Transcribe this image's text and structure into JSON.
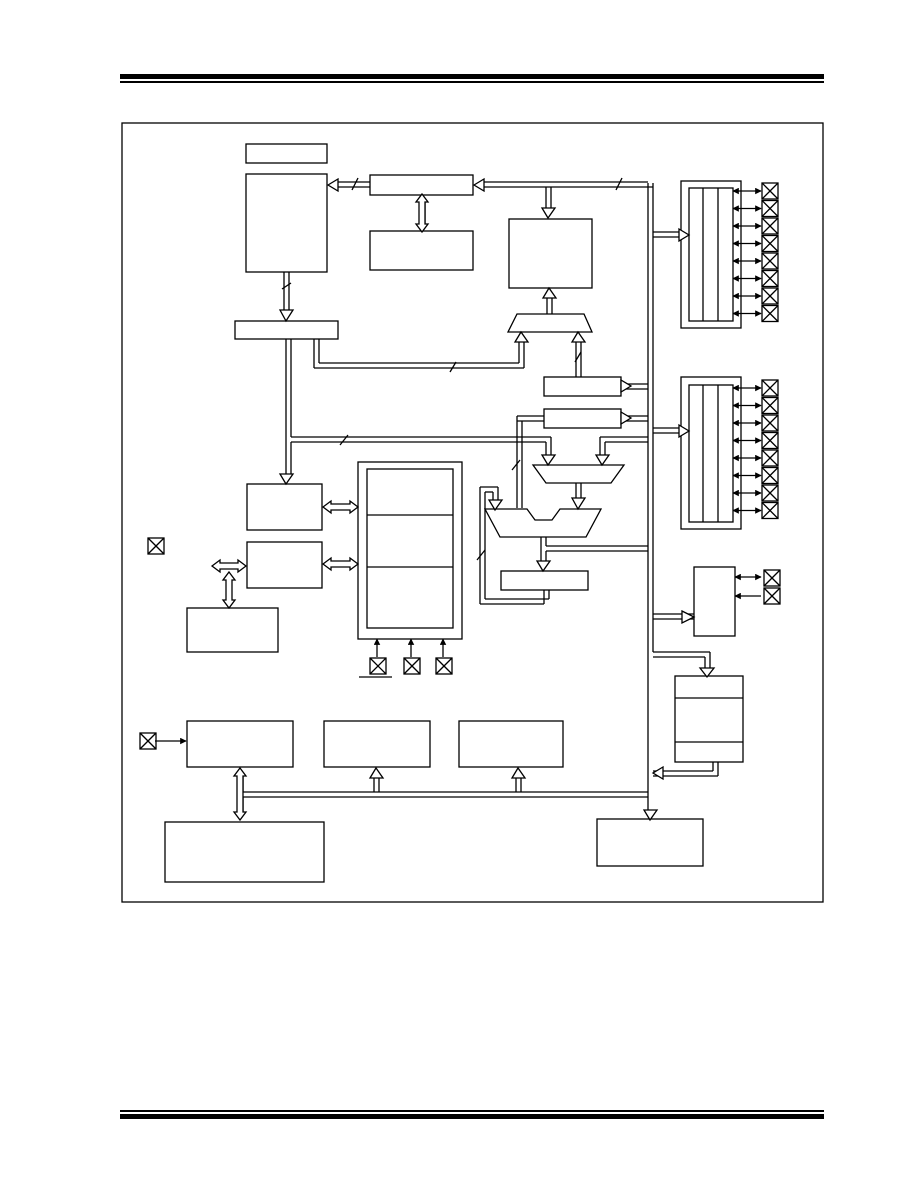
{
  "document": {
    "header_rule": "double-thick",
    "footer_rule": "double-thick",
    "text_content": []
  },
  "figure": {
    "type": "block-diagram",
    "theme": {
      "stroke": "#000000",
      "fill": "#ffffff"
    },
    "blocks": [
      {
        "id": "top-small-block"
      },
      {
        "id": "program-memory-block"
      },
      {
        "id": "address-register-block"
      },
      {
        "id": "stack-block"
      },
      {
        "id": "instruction-register-block"
      },
      {
        "id": "address-mux"
      },
      {
        "id": "program-counter-block"
      },
      {
        "id": "fsr-register-block"
      },
      {
        "id": "status-register-block"
      },
      {
        "id": "alu-input-mux"
      },
      {
        "id": "alu"
      },
      {
        "id": "w-register-block"
      },
      {
        "id": "instruction-decode-block"
      },
      {
        "id": "timing-generation-block"
      },
      {
        "id": "clock-pins-block"
      },
      {
        "id": "timing-control-group"
      },
      {
        "id": "port-a-block"
      },
      {
        "id": "port-b-block"
      },
      {
        "id": "port-c-block"
      },
      {
        "id": "peripheral-stack-block"
      },
      {
        "id": "bottom-periph-1"
      },
      {
        "id": "bottom-periph-2"
      },
      {
        "id": "bottom-periph-3"
      },
      {
        "id": "bottom-left-large-block"
      },
      {
        "id": "bottom-right-block"
      }
    ],
    "io_pins": {
      "port_a_count": 8,
      "port_b_count": 8,
      "port_c_count": 2,
      "timing_pins": 3,
      "left_pin": 1,
      "legend_pin": 1
    }
  }
}
